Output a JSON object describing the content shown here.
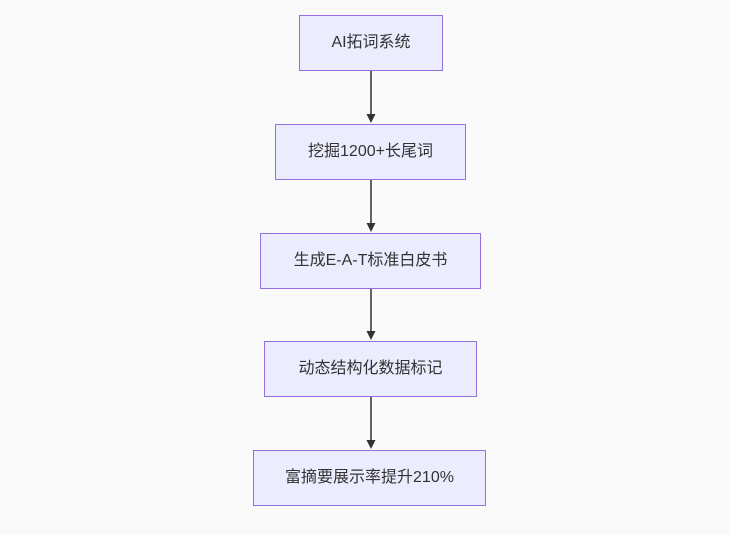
{
  "diagram": {
    "type": "flowchart",
    "direction": "top-down",
    "colors": {
      "background": "#fafafa",
      "node_fill": "#ECECFF",
      "node_border": "#9370DB",
      "text": "#333333",
      "arrow": "#333333"
    },
    "nodes": [
      {
        "id": "A",
        "label": "AI拓词系统"
      },
      {
        "id": "B",
        "label": "挖掘1200+长尾词"
      },
      {
        "id": "C",
        "label": "生成E-A-T标准白皮书"
      },
      {
        "id": "D",
        "label": "动态结构化数据标记"
      },
      {
        "id": "E",
        "label": "富摘要展示率提升210%"
      }
    ],
    "edges": [
      {
        "from": "A",
        "to": "B"
      },
      {
        "from": "B",
        "to": "C"
      },
      {
        "from": "C",
        "to": "D"
      },
      {
        "from": "D",
        "to": "E"
      }
    ]
  }
}
